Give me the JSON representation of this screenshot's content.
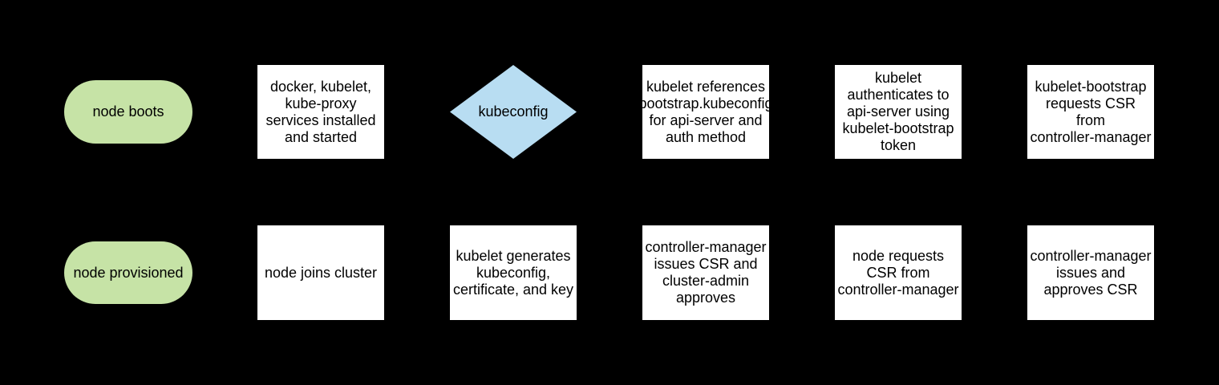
{
  "diagram": {
    "colors": {
      "background": "#000000",
      "terminator_fill": "#c6e3a6",
      "process_fill": "#ffffff",
      "decision_fill": "#b8ddf2",
      "text": "#000000"
    },
    "shapes": [
      {
        "id": "node-boots",
        "type": "terminator",
        "label": "node boots"
      },
      {
        "id": "services-installed",
        "type": "process",
        "label": [
          "docker, kubelet,",
          "kube-proxy",
          "services installed",
          "and started"
        ]
      },
      {
        "id": "kubeconfig-decision",
        "type": "decision",
        "label": "kubeconfig"
      },
      {
        "id": "kubelet-references-bootstrap-kubeconfig",
        "type": "process",
        "label": [
          "kubelet references",
          "bootstrap.kubeconfig",
          "for api-server and",
          "auth method"
        ]
      },
      {
        "id": "kubelet-authenticates",
        "type": "process",
        "label": [
          "kubelet",
          "authenticates to",
          "api-server using",
          "kubelet-bootstrap",
          "token"
        ]
      },
      {
        "id": "kubelet-bootstrap-requests-csr",
        "type": "process",
        "label": [
          "kubelet-bootstrap",
          "requests CSR",
          "from",
          "controller-manager"
        ]
      },
      {
        "id": "node-provisioned",
        "type": "terminator",
        "label": "node provisioned"
      },
      {
        "id": "node-joins-cluster",
        "type": "process",
        "label": "node joins cluster"
      },
      {
        "id": "kubelet-generates-kubeconfig",
        "type": "process",
        "label": [
          "kubelet generates",
          "kubeconfig,",
          "certificate, and key"
        ]
      },
      {
        "id": "cm-issues-csr-admin-approves",
        "type": "process",
        "label": [
          "controller-manager",
          "issues CSR and",
          "cluster-admin",
          "approves"
        ]
      },
      {
        "id": "node-requests-csr",
        "type": "process",
        "label": [
          "node requests",
          "CSR from",
          "controller-manager"
        ]
      },
      {
        "id": "cm-issues-and-approves-csr",
        "type": "process",
        "label": [
          "controller-manager",
          "issues and",
          "approves CSR"
        ]
      }
    ]
  }
}
